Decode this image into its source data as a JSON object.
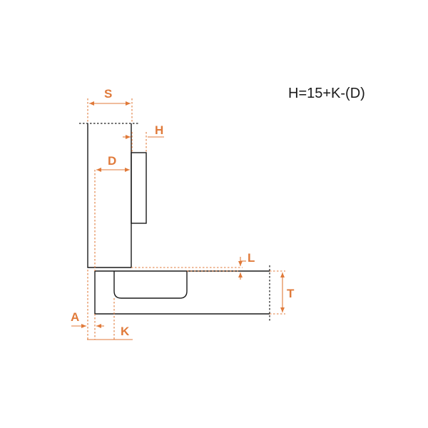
{
  "formula": "H=15+K-(D)",
  "labels": {
    "S": "S",
    "H": "H",
    "D": "D",
    "L": "L",
    "T": "T",
    "A": "A",
    "K": "K"
  },
  "colors": {
    "dimension": "#e07a3a",
    "outline": "#1a1a1a",
    "background": "#ffffff"
  }
}
